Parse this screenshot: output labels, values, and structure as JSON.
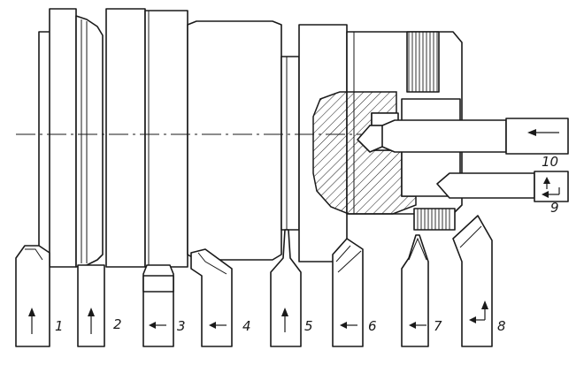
{
  "tool_labels": [
    "1",
    "2",
    "3",
    "4",
    "5",
    "6",
    "7",
    "8",
    "9",
    "10"
  ],
  "icons": {
    "feed_arrow": "feed-direction-arrow",
    "hatching": "section-hatching",
    "axis": "center-axis-dashdot"
  }
}
